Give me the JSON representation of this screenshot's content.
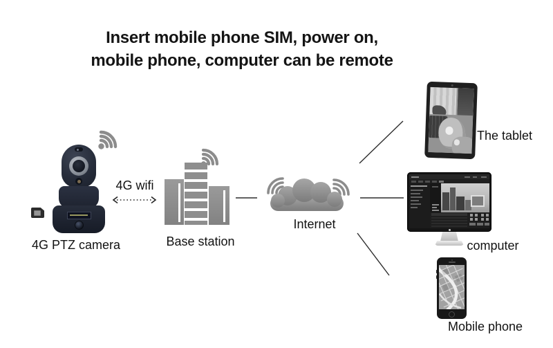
{
  "title": {
    "line1": "Insert mobile phone SIM, power on,",
    "line2": "mobile phone, computer can be remote"
  },
  "labels": {
    "camera": "4G PTZ camera",
    "wifi_link": "4G wifi",
    "base_station": "Base station",
    "internet": "Internet",
    "tablet": "The tablet",
    "computer": "computer",
    "phone": "Mobile phone"
  },
  "icons": {
    "camera_wifi": "wifi-signal-icon",
    "base_station_wifi": "wifi-signal-icon",
    "cloud": "cloud-icon",
    "cloud_left_arcs": "signal-arcs-icon",
    "cloud_right_arcs": "signal-arcs-icon",
    "sim": "sim-card-icon",
    "link_arrow": "dotted-double-arrow-icon"
  },
  "colors": {
    "background": "#ffffff",
    "text": "#121212",
    "icon_gray": "#8c8c8c",
    "connector": "#2d2d2d",
    "camera_body": "#262c3a"
  }
}
